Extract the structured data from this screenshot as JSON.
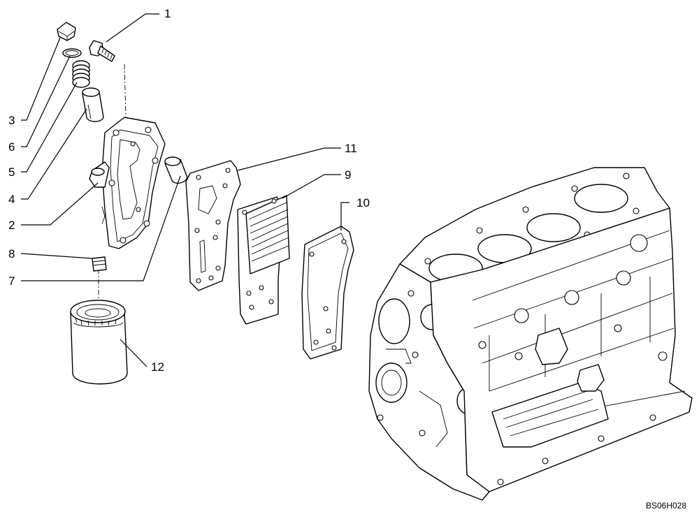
{
  "callouts": [
    {
      "id": "c1",
      "label": "1"
    },
    {
      "id": "c3",
      "label": "3"
    },
    {
      "id": "c6",
      "label": "6"
    },
    {
      "id": "c5",
      "label": "5"
    },
    {
      "id": "c4",
      "label": "4"
    },
    {
      "id": "c2",
      "label": "2"
    },
    {
      "id": "c8",
      "label": "8"
    },
    {
      "id": "c7",
      "label": "7"
    },
    {
      "id": "c11",
      "label": "11"
    },
    {
      "id": "c9",
      "label": "9"
    },
    {
      "id": "c10",
      "label": "10"
    },
    {
      "id": "c12",
      "label": "12"
    }
  ],
  "drawing_code": "BS06H028"
}
